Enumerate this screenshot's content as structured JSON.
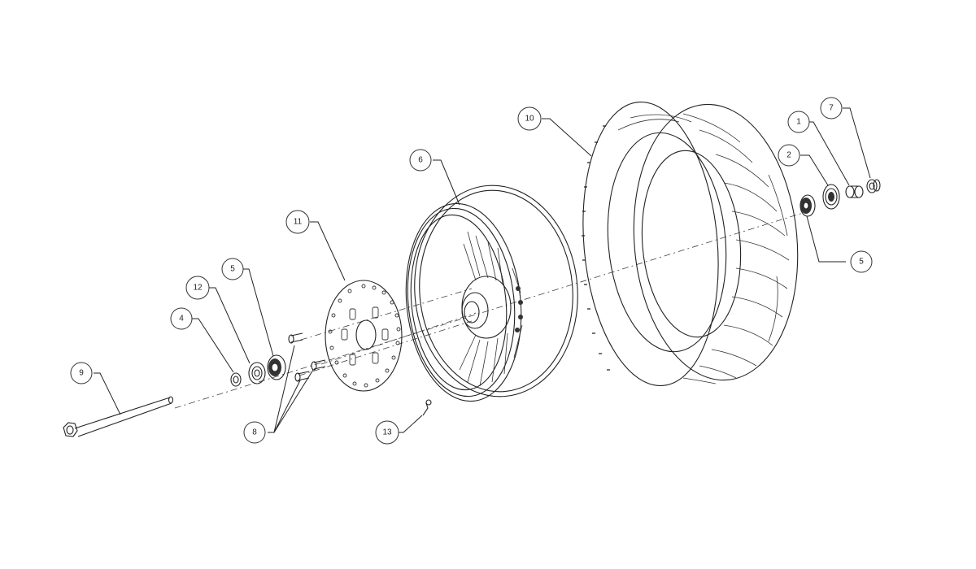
{
  "diagram": {
    "type": "exploded parts diagram",
    "subject": "rear wheel assembly",
    "callouts": [
      {
        "id": "c1",
        "label": "1",
        "part": "spacer"
      },
      {
        "id": "c2",
        "label": "2",
        "part": "seal"
      },
      {
        "id": "c4",
        "label": "4",
        "part": "spacer"
      },
      {
        "id": "c5a",
        "label": "5",
        "part": "bearing (brake side)"
      },
      {
        "id": "c5b",
        "label": "5",
        "part": "bearing (far side)"
      },
      {
        "id": "c6",
        "label": "6",
        "part": "wheel rim"
      },
      {
        "id": "c7",
        "label": "7",
        "part": "axle nut"
      },
      {
        "id": "c8",
        "label": "8",
        "part": "rotor bolts"
      },
      {
        "id": "c9",
        "label": "9",
        "part": "axle"
      },
      {
        "id": "c10",
        "label": "10",
        "part": "tire"
      },
      {
        "id": "c11",
        "label": "11",
        "part": "brake rotor"
      },
      {
        "id": "c12",
        "label": "12",
        "part": "seal"
      },
      {
        "id": "c13",
        "label": "13",
        "part": "valve stem"
      }
    ]
  }
}
